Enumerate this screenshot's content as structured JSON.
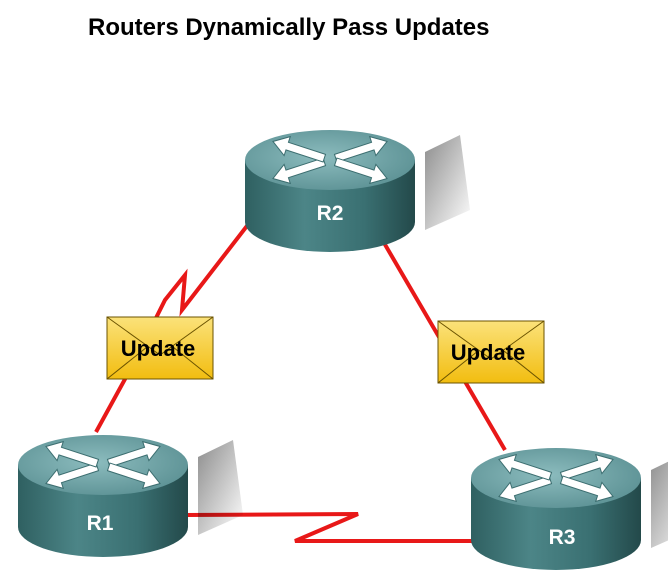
{
  "title": "Routers Dynamically Pass Updates",
  "routers": [
    {
      "id": "R1",
      "label": "R1"
    },
    {
      "id": "R2",
      "label": "R2"
    },
    {
      "id": "R3",
      "label": "R3"
    }
  ],
  "updates": [
    {
      "label": "Update",
      "link": "R1-R2"
    },
    {
      "label": "Update",
      "link": "R2-R3"
    }
  ],
  "links": [
    {
      "from": "R1",
      "to": "R2",
      "style": "serial"
    },
    {
      "from": "R2",
      "to": "R3",
      "style": "straight"
    },
    {
      "from": "R1",
      "to": "R3",
      "style": "serial"
    }
  ],
  "colors": {
    "link": "#e81818",
    "router_body": "#3d7475",
    "router_top": "#6fa3a6",
    "envelope": "#f6cc1c",
    "title": "#000000"
  }
}
